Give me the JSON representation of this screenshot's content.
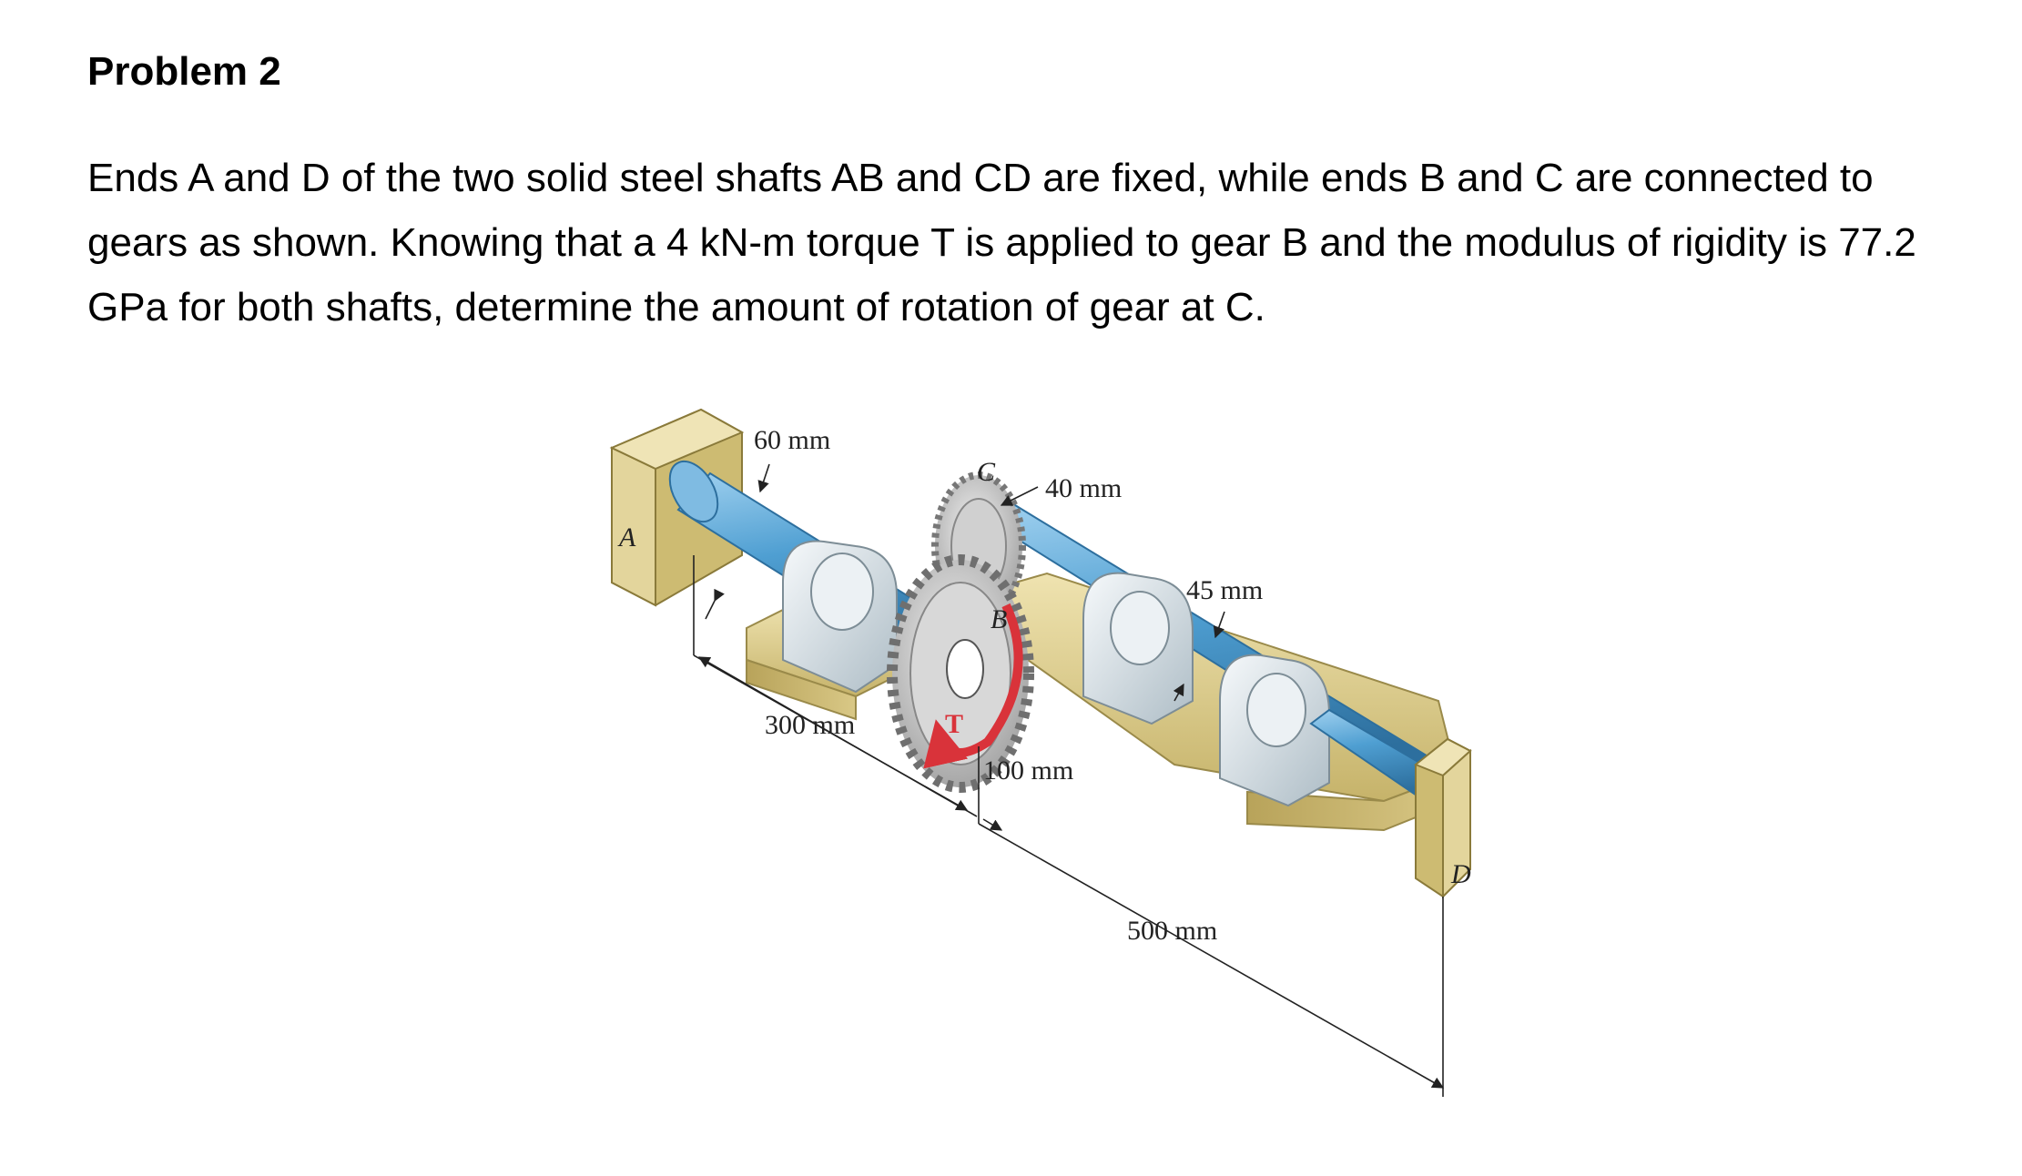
{
  "problem": {
    "title": "Problem 2",
    "statement_lines": [
      "Ends A and D of the two solid steel shafts AB and CD are fixed, while ends B and C are connected to",
      "gears as shown. Knowing that a 4 kN-m torque T is applied to gear B and the modulus of rigidity is 77.2",
      "GPa for both shafts, determine the amount of rotation of gear at C."
    ]
  },
  "figure": {
    "labels": {
      "A": "A",
      "B": "B",
      "C": "C",
      "D": "D",
      "T": "T",
      "dim_60": "60 mm",
      "dim_40": "40 mm",
      "dim_45": "45 mm",
      "dim_300": "300 mm",
      "dim_100": "100 mm",
      "dim_500": "500 mm"
    },
    "colors": {
      "shaft": "#5aa9d6",
      "support_wood": "#d8c98a",
      "bearing": "#dfe6ea",
      "gear": "#c9c9c9",
      "torque_arrow": "#d9333a"
    }
  }
}
